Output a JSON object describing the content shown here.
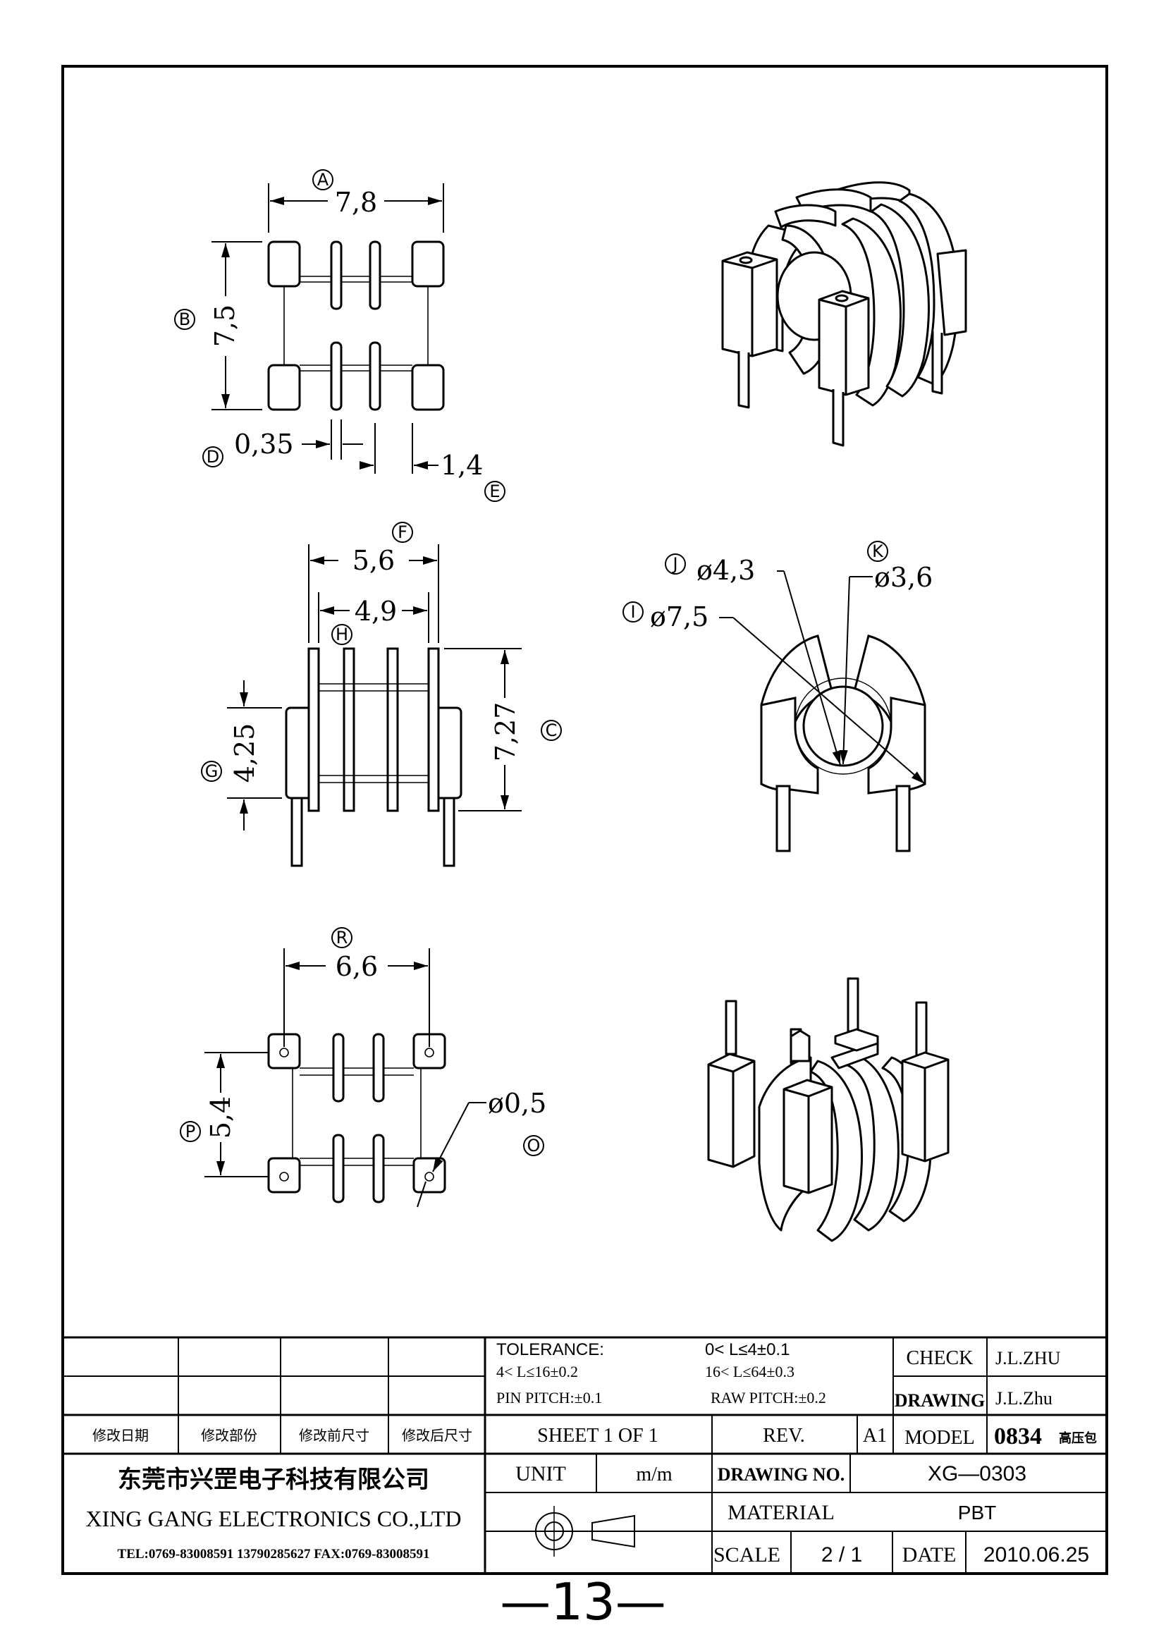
{
  "drawing": {
    "views": {
      "top": {
        "width_label": "7,8",
        "width_id": "A",
        "height_label": "7,5",
        "height_id": "B",
        "pin_thickness_label": "0,35",
        "pin_thickness_id": "D",
        "pitch_label": "1,4",
        "pitch_id": "E"
      },
      "front": {
        "outer_label": "5,6",
        "outer_id": "F",
        "inner_label": "4,9",
        "inner_id": "H",
        "body_label": "4,25",
        "body_id": "G",
        "height_label": "7,27",
        "height_id": "C"
      },
      "side": {
        "j_label": "ø4,3",
        "j_id": "J",
        "k_label": "ø3,6",
        "k_id": "K",
        "i_label": "ø7,5",
        "i_id": "I"
      },
      "bottom": {
        "width_label": "6,6",
        "width_id": "R",
        "height_label": "5,4",
        "height_id": "P",
        "hole_label": "ø0,5",
        "hole_id": "O"
      }
    }
  },
  "title_block": {
    "tolerance_title": "TOLERANCE:",
    "tol_1": "0< L≤4±0.1",
    "tol_2": "4< L≤16±0.2",
    "tol_3": "16< L≤64±0.3",
    "pin_pitch": "PIN PITCH:±0.1",
    "raw_pitch": "RAW PITCH:±0.2",
    "revision_headers": [
      "修改日期",
      "修改部份",
      "修改前尺寸",
      "修改后尺寸"
    ],
    "sheet": "SHEET 1 OF 1",
    "rev_label": "REV.",
    "rev_value": "A1",
    "check_label": "CHECK",
    "check_value": "J.L.ZHU",
    "drawing_label": "DRAWING",
    "drawing_value": "J.L.Zhu",
    "model_label": "MODEL",
    "model_value": "0834",
    "model_suffix": "高压包",
    "company_cn": "东莞市兴罡电子科技有限公司",
    "company_en": "XING GANG ELECTRONICS CO.,LTD",
    "contact": "TEL:0769-83008591 13790285627  FAX:0769-83008591",
    "unit_label": "UNIT",
    "unit_value": "m/m",
    "drawing_no_label": "DRAWING  NO.",
    "drawing_no_value": "XG—0303",
    "material_label": "MATERIAL",
    "material_value": "PBT",
    "scale_label": "SCALE",
    "scale_value": "2  /  1",
    "date_label": "DATE",
    "date_value": "2010.06.25"
  },
  "page_number": "—13—"
}
